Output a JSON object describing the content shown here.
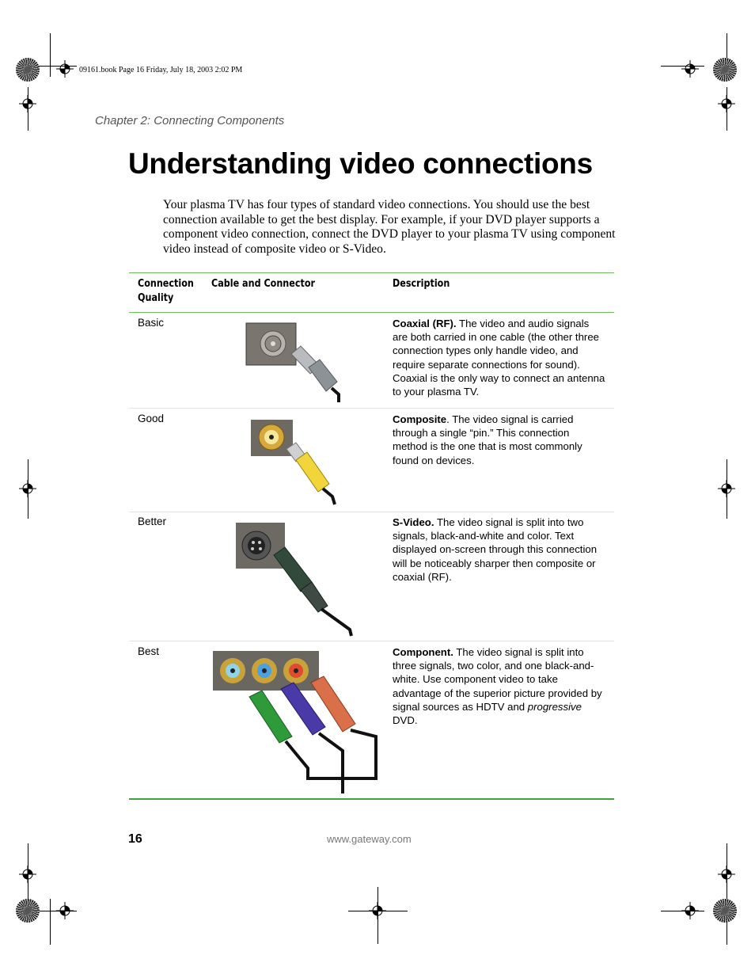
{
  "print_info": "09161.book  Page 16  Friday, July 18, 2003  2:02 PM",
  "header": {
    "chapter": "Chapter 2: Connecting Components"
  },
  "title": "Understanding video connections",
  "intro": "Your plasma TV has four types of standard video connections. You should use the best connection available to get the best display. For example, if your DVD player supports a component video connection, connect the DVD player to your plasma TV using component video instead of composite video or S-Video.",
  "table": {
    "headers": {
      "quality": "Connection Quality",
      "cable": "Cable and Connector",
      "description": "Description"
    },
    "rows": [
      {
        "quality": "Basic",
        "name": "Coaxial (RF).",
        "text": " The video and audio signals are both carried in one cable (the other three connection types only handle video, and require separate connections for sound). Coaxial is the only way to connect an antenna to your plasma TV.",
        "image": "coaxial-connector"
      },
      {
        "quality": "Good",
        "name": "Composite",
        "text": ". The video signal is carried through a single “pin.” This connection method is the one that is most commonly found on devices.",
        "image": "composite-connector"
      },
      {
        "quality": "Better",
        "name": "S-Video.",
        "text": " The video signal is split into two signals, black-and-white and color. Text displayed on-screen through this connection will be noticeably sharper then composite or coaxial (RF).",
        "image": "svideo-connector"
      },
      {
        "quality": "Best",
        "name": "Component.",
        "text": " The video signal is split into three signals, two color, and one black-and-white. Use component video to take advantage of the superior picture provided by signal sources as HDTV and ",
        "emphasis": "progressive",
        "text_after": " DVD.",
        "image": "component-connector"
      }
    ]
  },
  "footer": {
    "page_number": "16",
    "website": "www.gateway.com"
  },
  "colors": {
    "rule_green": "#3aa53a",
    "composite_yellow": "#f2d53a",
    "component_green": "#2f9a3a",
    "component_blue": "#4a3aa8",
    "component_red": "#d9704a"
  }
}
